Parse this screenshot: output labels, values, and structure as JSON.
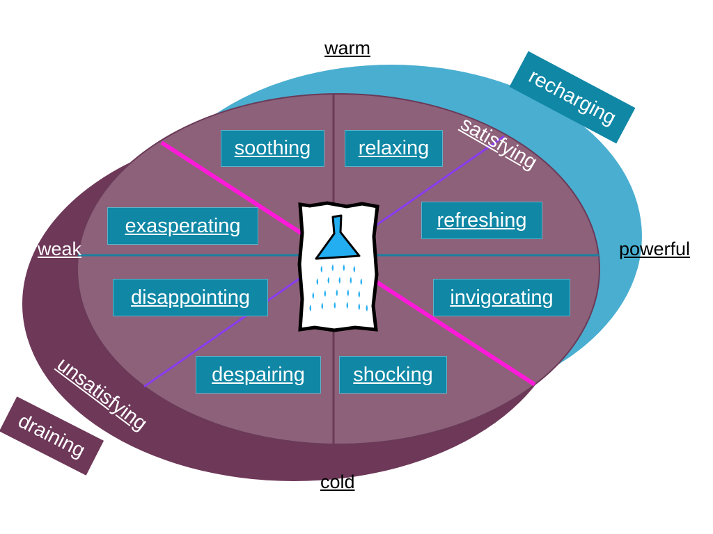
{
  "axes": {
    "top": "warm",
    "bottom": "cold",
    "left": "weak",
    "right": "powerful"
  },
  "outer_labels": {
    "top_right": "recharging",
    "bottom_left": "draining"
  },
  "diagonal_labels": {
    "upper_right": "satisfying",
    "lower_left": "unsatisfying"
  },
  "sectors": [
    {
      "label": "soothing"
    },
    {
      "label": "relaxing"
    },
    {
      "label": "exasperating"
    },
    {
      "label": "refreshing"
    },
    {
      "label": "disappointing"
    },
    {
      "label": "invigorating"
    },
    {
      "label": "despairing"
    },
    {
      "label": "shocking"
    }
  ],
  "center_icon": "shower-head-icon",
  "colors": {
    "warm_ellipse": "#4aaed0",
    "cold_ellipse": "#6e3858",
    "inner_ellipse": "#8d6179",
    "label_box": "#0f87a5",
    "pink_line": "#ff1ad9",
    "violet_line": "#8a3cf0",
    "axis_line": "#1c7fa1",
    "water": "#22aef0"
  }
}
